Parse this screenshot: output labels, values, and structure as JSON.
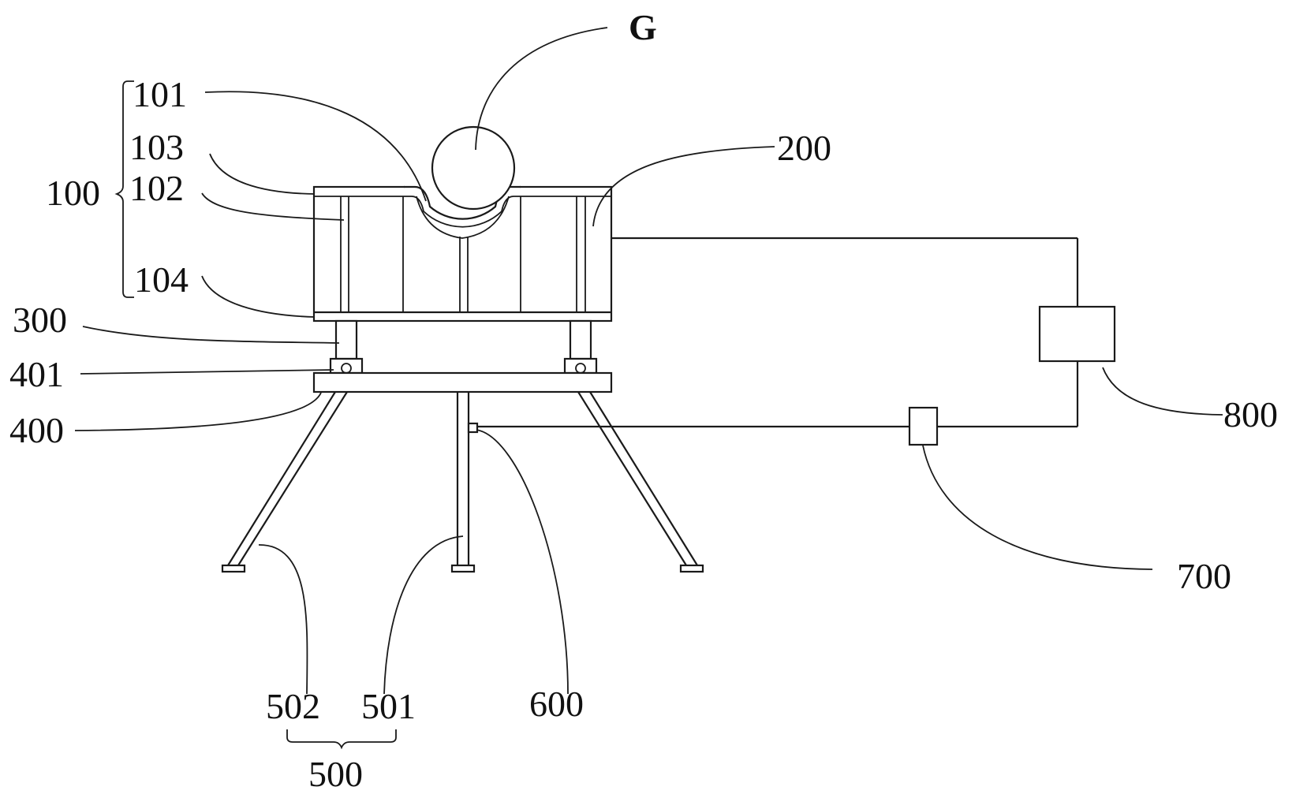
{
  "labels": {
    "g": "G",
    "l100": "100",
    "l101": "101",
    "l102": "102",
    "l103": "103",
    "l104": "104",
    "l200": "200",
    "l300": "300",
    "l400": "400",
    "l401": "401",
    "l500": "500",
    "l501": "501",
    "l502": "502",
    "l600": "600",
    "l700": "700",
    "l800": "800"
  }
}
